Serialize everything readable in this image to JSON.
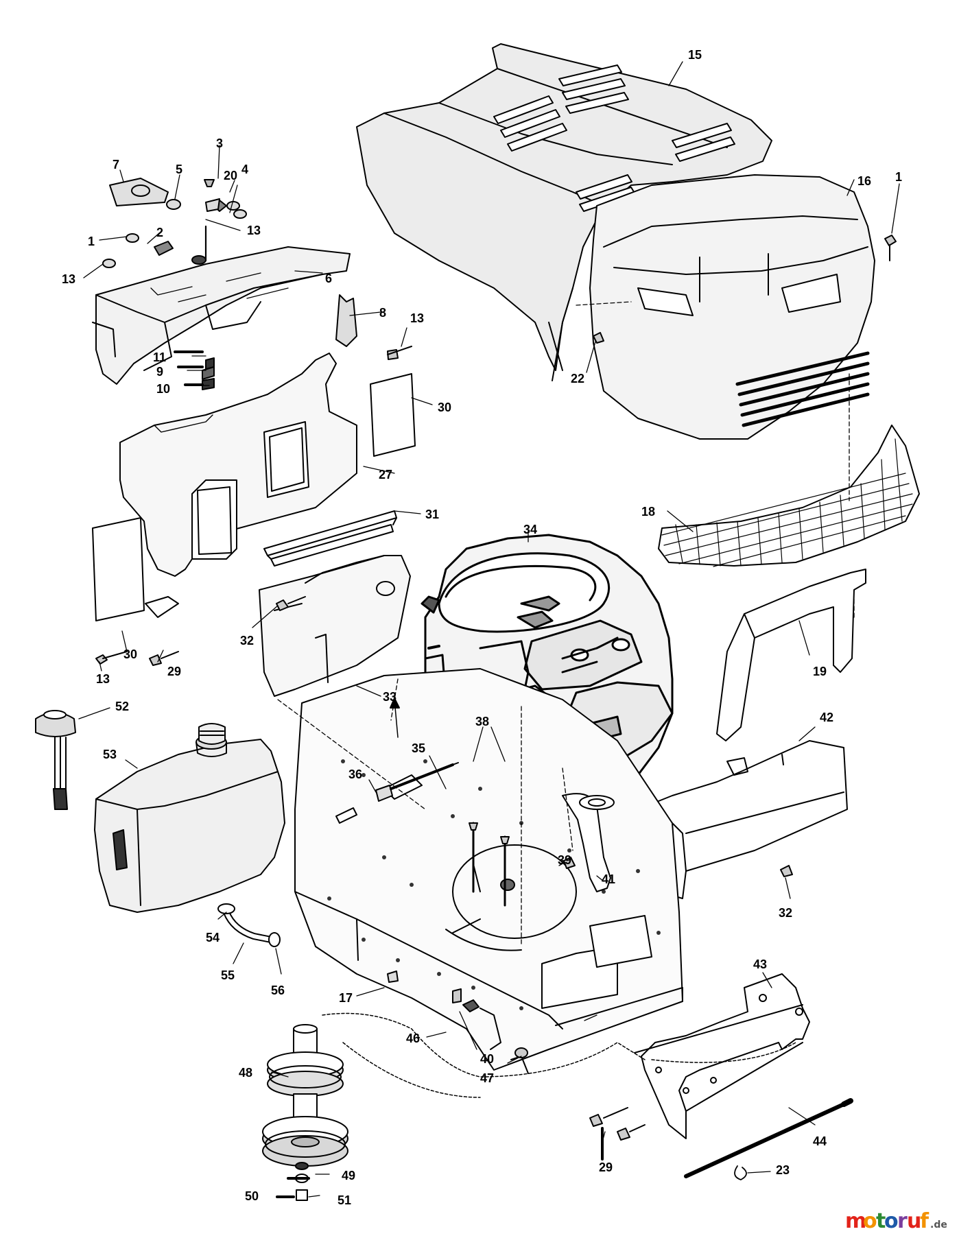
{
  "diagram": {
    "callouts": [
      "1",
      "2",
      "3",
      "4",
      "5",
      "6",
      "7",
      "8",
      "9",
      "10",
      "11",
      "13",
      "15",
      "16",
      "17",
      "18",
      "19",
      "20",
      "22",
      "23",
      "27",
      "29",
      "30",
      "31",
      "32",
      "33",
      "34",
      "35",
      "36",
      "38",
      "39",
      "40",
      "41",
      "42",
      "43",
      "44",
      "46",
      "47",
      "48",
      "49",
      "50",
      "51",
      "52",
      "53",
      "54",
      "55",
      "56"
    ],
    "labels": {
      "n15": "15",
      "n16": "16",
      "n1a": "1",
      "n3": "3",
      "n7": "7",
      "n5": "5",
      "n20": "20",
      "n4": "4",
      "n1b": "1",
      "n2": "2",
      "n13a": "13",
      "n13b": "13",
      "n6": "6",
      "n8": "8",
      "n13c": "13",
      "n22": "22",
      "n11": "11",
      "n9": "9",
      "n10": "10",
      "n30a": "30",
      "n27": "27",
      "n31": "31",
      "n34": "34",
      "n18": "18",
      "n30b": "30",
      "n13d": "13",
      "n29a": "29",
      "n32a": "32",
      "n33": "33",
      "n19": "19",
      "n42": "42",
      "n52": "52",
      "n53": "53",
      "n35": "35",
      "n36": "36",
      "n38": "38",
      "n39": "39",
      "n41": "41",
      "n32b": "32",
      "n54": "54",
      "n55": "55",
      "n56": "56",
      "n17": "17",
      "n43": "43",
      "n46": "46",
      "n40": "40",
      "n47": "47",
      "n48": "48",
      "n44": "44",
      "n49": "49",
      "n50": "50",
      "n51": "51",
      "n29b": "29",
      "n23": "23"
    }
  },
  "watermark": {
    "brand_letters": [
      "m",
      "o",
      "t",
      "o",
      "r",
      "u",
      "f"
    ],
    "suffix": ".de",
    "colors": [
      "#e2231a",
      "#f39200",
      "#2d8a34",
      "#1e5aa8",
      "#7a3e9d",
      "#e2231a",
      "#f39200"
    ]
  }
}
